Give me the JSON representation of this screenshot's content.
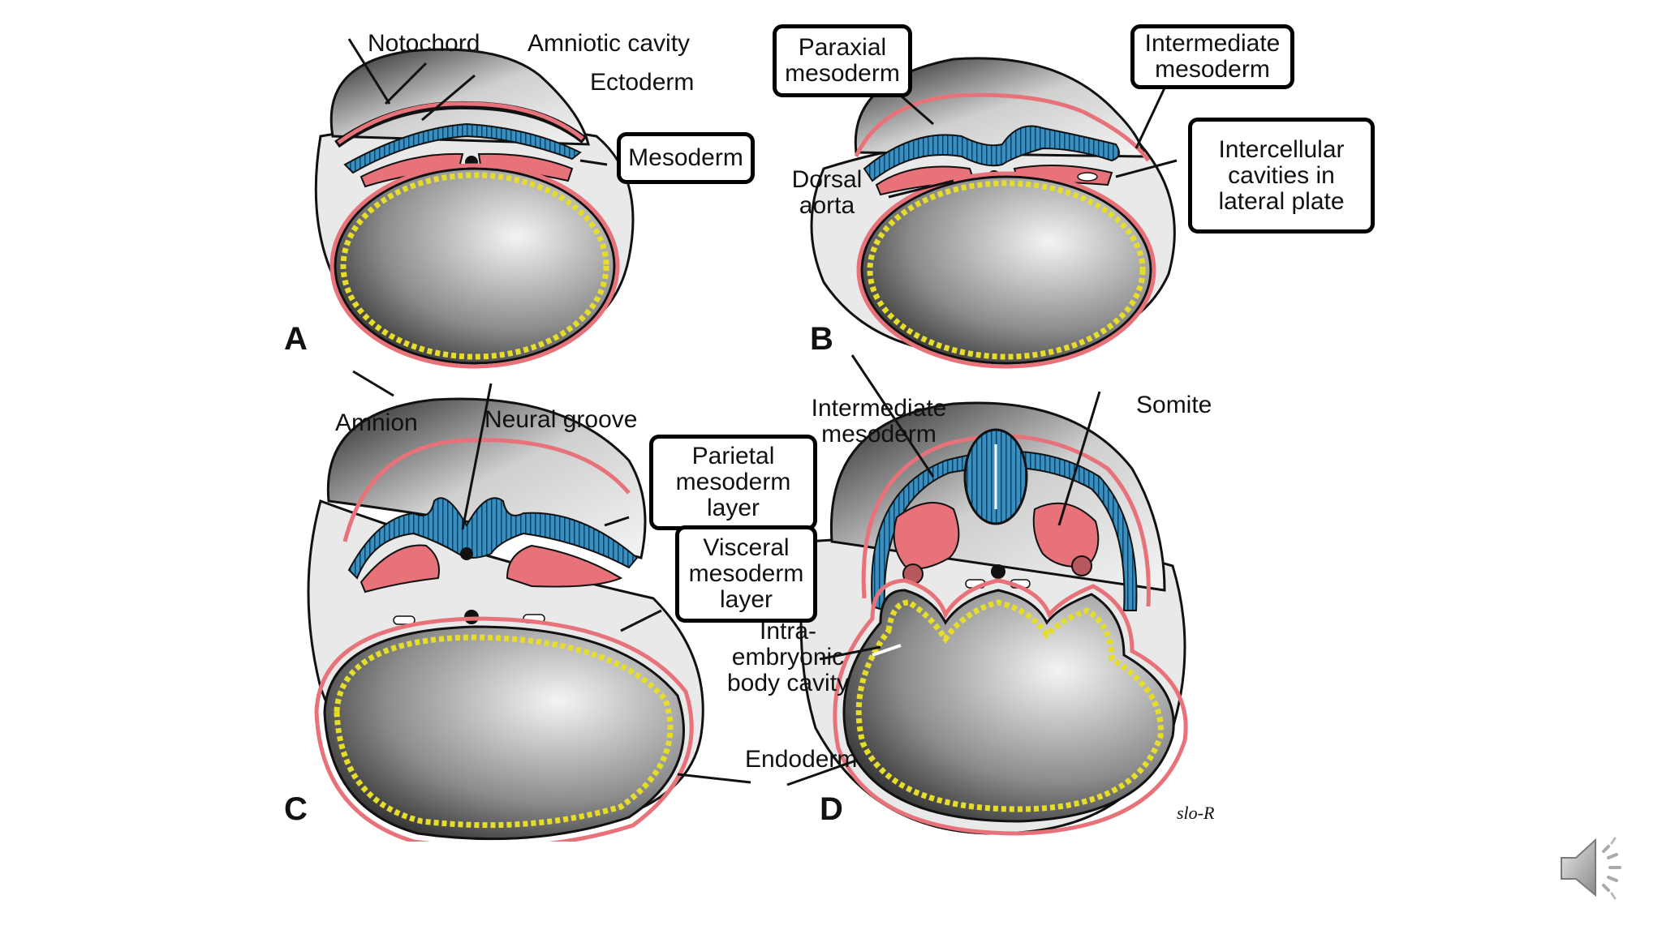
{
  "panels": {
    "A": {
      "letter": "A",
      "labels": {
        "notochord": "Notochord",
        "amniotic_cavity": "Amniotic cavity",
        "ectoderm": "Ectoderm",
        "mesoderm": "Mesoderm"
      }
    },
    "B": {
      "letter": "B",
      "labels": {
        "paraxial_mesoderm": "Paraxial mesoderm",
        "intermediate_mesoderm": "Intermediate mesoderm",
        "dorsal_aorta": "Dorsal aorta",
        "intercellular_cavities": "Intercellular cavities in lateral plate"
      }
    },
    "C": {
      "letter": "C",
      "labels": {
        "amnion": "Amnion",
        "neural_groove": "Neural groove",
        "parietal_mesoderm": "Parietal mesoderm layer",
        "visceral_mesoderm": "Visceral mesoderm layer"
      }
    },
    "D": {
      "letter": "D",
      "labels": {
        "intermediate_mesoderm": "Intermediate mesoderm",
        "somite": "Somite",
        "intraembryonic_body_cavity": "Intra- embryonic body cavity",
        "endoderm": "Endoderm"
      }
    }
  },
  "signature": "slo-R",
  "colors": {
    "ectoderm": "#3a8fc0",
    "mesoderm": "#e8727a",
    "endoderm_yellow": "#e6dd2a",
    "outline": "#111111",
    "background": "#ffffff"
  },
  "icons": {
    "speaker": "speaker-icon"
  }
}
